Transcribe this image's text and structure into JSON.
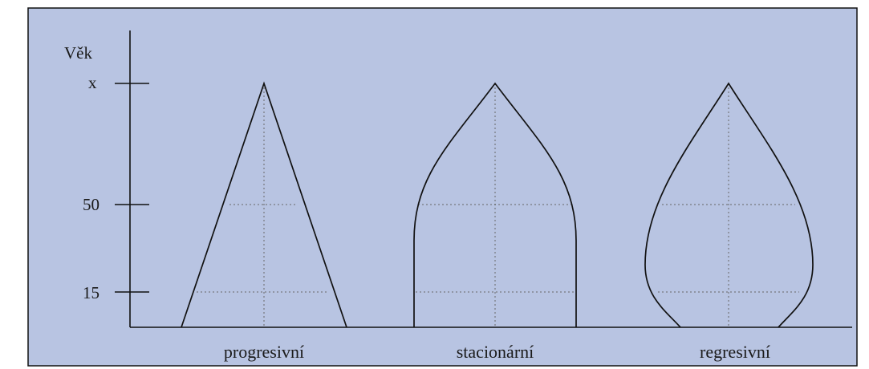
{
  "diagram": {
    "y_axis_label": "Věk",
    "ticks": [
      {
        "label": "x"
      },
      {
        "label": "50"
      },
      {
        "label": "15"
      }
    ],
    "shapes": [
      {
        "label": "progresivní"
      },
      {
        "label": "stacionární"
      },
      {
        "label": "regresivní"
      }
    ],
    "colors": {
      "background": "#b8c4e2",
      "border": "#111111",
      "line": "#111111",
      "guide": "#666666"
    }
  }
}
